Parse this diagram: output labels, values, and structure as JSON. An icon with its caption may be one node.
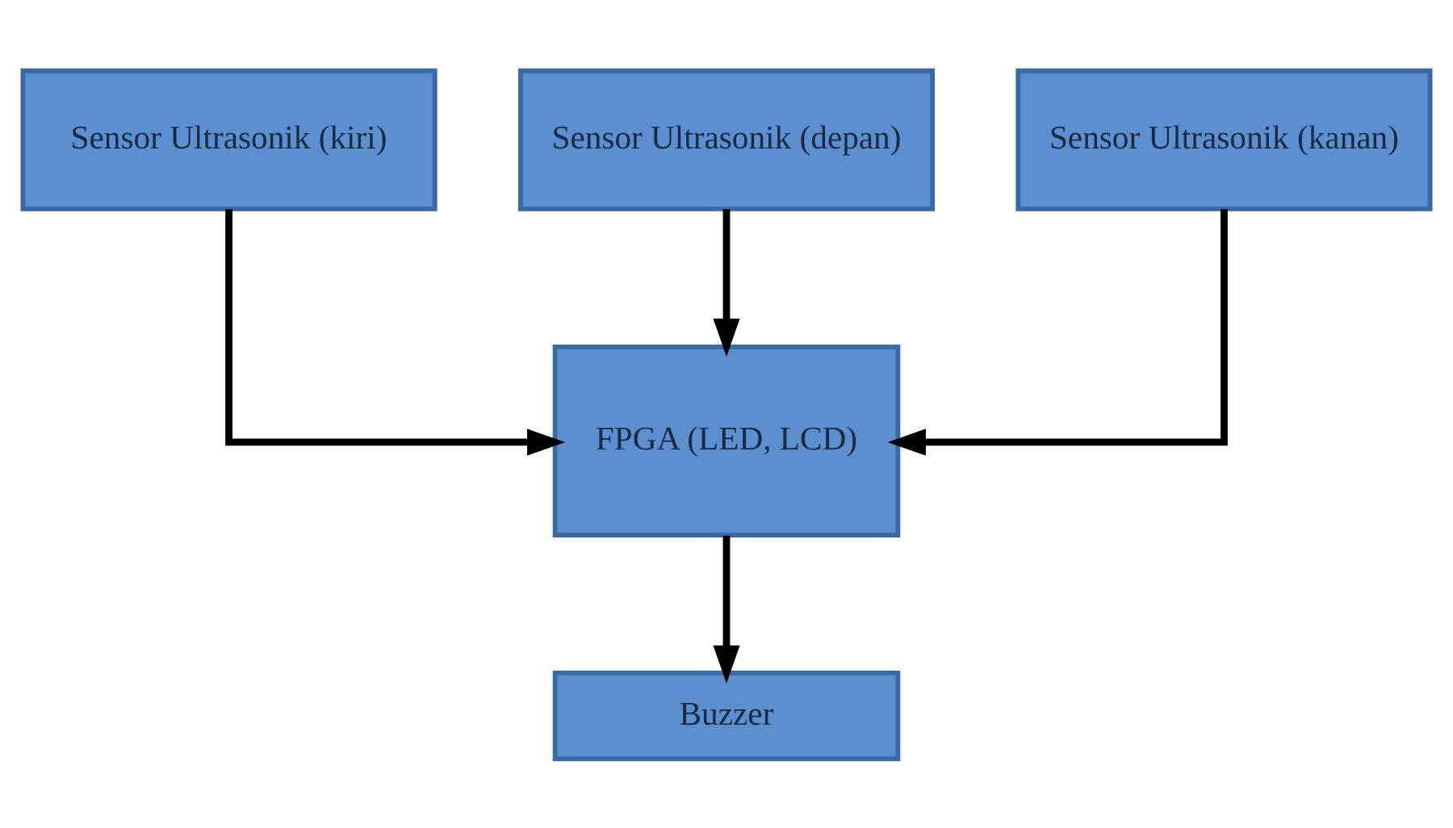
{
  "diagram": {
    "nodes": [
      {
        "text": [
          "Sensor Ultrasonik (kiri)"
        ]
      },
      {
        "text": [
          "Sensor Ultrasonik (depan)"
        ]
      },
      {
        "text": [
          "Sensor Ultrasonik (kanan)"
        ]
      },
      {
        "text": [
          "FPGA (LED, LCD)"
        ]
      },
      {
        "text": [
          "Buzzer"
        ]
      }
    ],
    "edges": [
      {
        "from": 0,
        "to": 3,
        "arrow": "to"
      },
      {
        "from": 1,
        "to": 3,
        "arrow": "to"
      },
      {
        "from": 2,
        "to": 3,
        "arrow": "to"
      },
      {
        "from": 3,
        "to": 4,
        "arrow": "to"
      }
    ]
  }
}
